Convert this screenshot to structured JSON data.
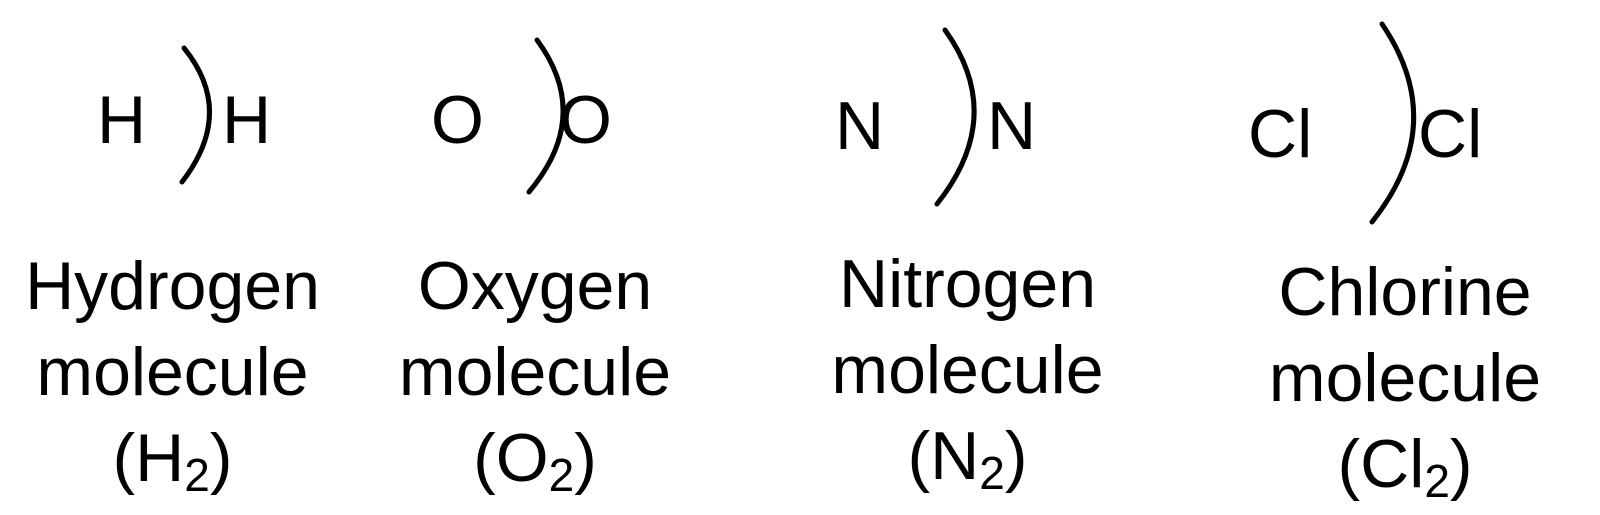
{
  "colors": {
    "ink": "#000000",
    "background": "#ffffff"
  },
  "molecules": [
    {
      "left_atom": "H",
      "right_atom": "H",
      "name": "Hydrogen",
      "kind": "molecule",
      "formula_open": "(",
      "formula_symbol": "H",
      "formula_subscript": "2",
      "formula_close": ")"
    },
    {
      "left_atom": "O",
      "right_atom": "O",
      "name": "Oxygen",
      "kind": "molecule",
      "formula_open": "(",
      "formula_symbol": "O",
      "formula_subscript": "2",
      "formula_close": ")"
    },
    {
      "left_atom": "N",
      "right_atom": "N",
      "name": "Nitrogen",
      "kind": "molecule",
      "formula_open": "(",
      "formula_symbol": "N",
      "formula_subscript": "2",
      "formula_close": ")"
    },
    {
      "left_atom": "Cl",
      "right_atom": "Cl",
      "name": "Chlorine",
      "kind": "molecule",
      "formula_open": "(",
      "formula_symbol": "Cl",
      "formula_subscript": "2",
      "formula_close": ")"
    }
  ]
}
